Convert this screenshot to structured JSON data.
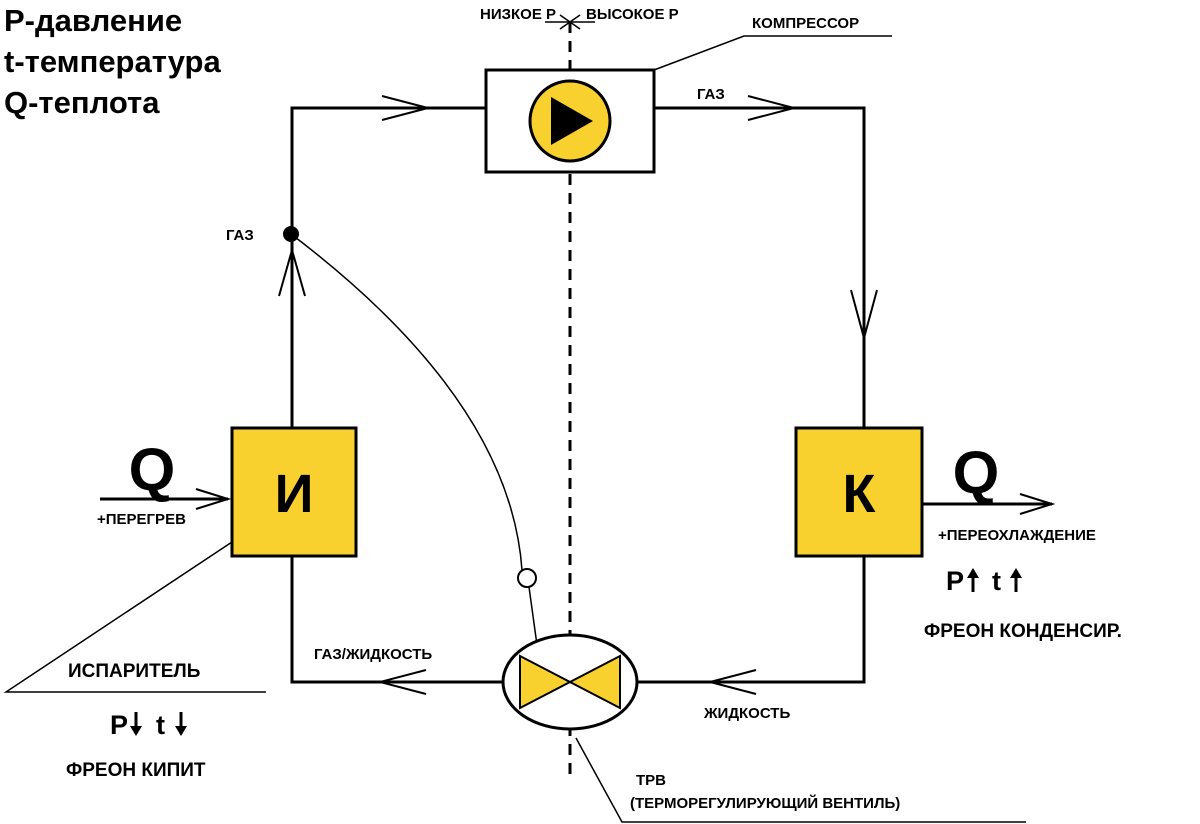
{
  "legend": {
    "pressure": "P-давление",
    "temperature": "t-температура",
    "heat": "Q-теплота"
  },
  "divider": {
    "low": "НИЗКОЕ Р",
    "high": "ВЫСОКОЕ Р"
  },
  "compressor": {
    "label": "КОМПРЕССОР"
  },
  "flows": {
    "gas_top": "ГАЗ",
    "gas_left": "ГАЗ",
    "gas_liquid": "ГАЗ/ЖИДКОСТЬ",
    "liquid": "ЖИДКОСТЬ"
  },
  "evaporator": {
    "letter": "И",
    "q": "Q",
    "superheat": "+ПЕРЕГРЕВ",
    "name": "ИСПАРИТЕЛЬ",
    "pressure_symbol": "P",
    "temp_symbol": "t",
    "state": "ФРЕОН КИПИТ"
  },
  "condenser": {
    "letter": "К",
    "q": "Q",
    "subcooling": "+ПЕРЕОХЛАЖДЕНИЕ",
    "pressure_symbol": "P",
    "temp_symbol": "t",
    "state": "ФРЕОН КОНДЕНСИР."
  },
  "valve": {
    "abbr": "ТРВ",
    "full": "(ТЕРМОРЕГУЛИРУЮЩИЙ ВЕНТИЛЬ)"
  },
  "colors": {
    "accent": "#f8d12f",
    "line": "#000000"
  }
}
